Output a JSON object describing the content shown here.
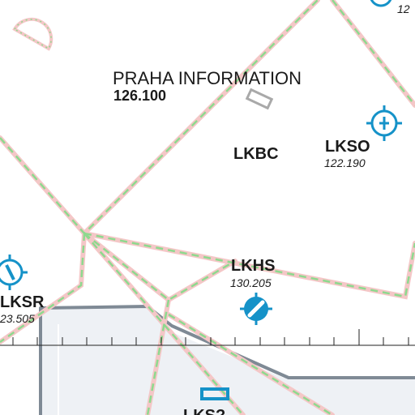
{
  "map": {
    "fir": {
      "name": "PRAHA INFORMATION",
      "frequency": "126.100"
    },
    "aerodromes": [
      {
        "code": "LKBC",
        "frequency": ""
      },
      {
        "code": "LKSO",
        "frequency": "122.190"
      },
      {
        "code": "LKHS",
        "frequency": "130.205"
      },
      {
        "code": "LKSR",
        "frequency": "23.505"
      }
    ],
    "partial_labels": {
      "top_right_frequency": "12",
      "bottom_code": "LKS?"
    },
    "colors": {
      "aerodrome_symbol": "#1592c8",
      "boundary_dashed": "#8ed98e",
      "boundary_halo": "#f4c7c7",
      "airway_gray": "#7f8a95",
      "airway_fill": "#eef1f5",
      "label_text": "#1a1a1a"
    },
    "icons": {
      "lkso": "civil-aerodrome-icon",
      "lkhs": "aerodrome-runway-icon",
      "lksr": "aerodrome-runway-icon",
      "reporting_point_top": "rectangle-outline-icon",
      "reporting_point_bottom": "rectangle-outline-icon"
    }
  }
}
